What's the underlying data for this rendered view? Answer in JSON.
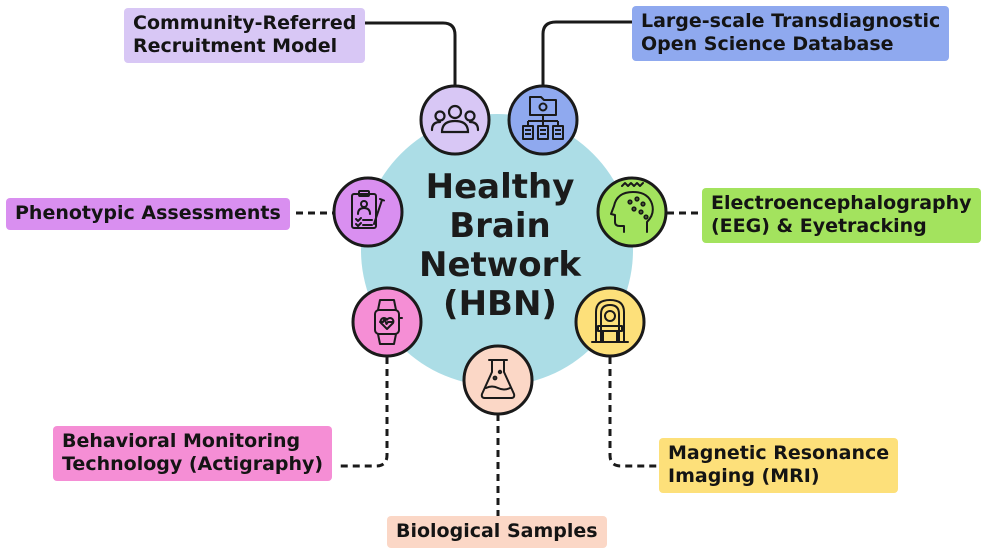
{
  "center": {
    "lines": [
      "Healthy",
      "Brain",
      "Network",
      "(HBN)"
    ]
  },
  "nodes": {
    "community": {
      "lines": [
        "Community-Referred",
        "Recruitment Model"
      ],
      "color": "#d8c7f5",
      "icon": "people-icon"
    },
    "database": {
      "lines": [
        "Large-scale Transdiagnostic",
        "Open Science Database"
      ],
      "color": "#8fa9ef",
      "icon": "database-icon"
    },
    "phenotypic": {
      "lines": [
        "Phenotypic Assessments"
      ],
      "color": "#d98ff0",
      "icon": "clipboard-icon"
    },
    "eeg": {
      "lines": [
        "Electroencephalography",
        "(EEG) & Eyetracking"
      ],
      "color": "#a3e35e",
      "icon": "brain-head-icon"
    },
    "actigraphy": {
      "lines": [
        "Behavioral Monitoring",
        "Technology (Actigraphy)"
      ],
      "color": "#f58ed5",
      "icon": "smartwatch-icon"
    },
    "mri": {
      "lines": [
        "Magnetic Resonance",
        "Imaging (MRI)"
      ],
      "color": "#fde07a",
      "icon": "mri-scanner-icon"
    },
    "bio": {
      "lines": [
        "Biological Samples"
      ],
      "color": "#fbd7c6",
      "icon": "flask-icon"
    }
  },
  "colors": {
    "hub": "#acdde6",
    "outline": "#1a1a1a"
  }
}
